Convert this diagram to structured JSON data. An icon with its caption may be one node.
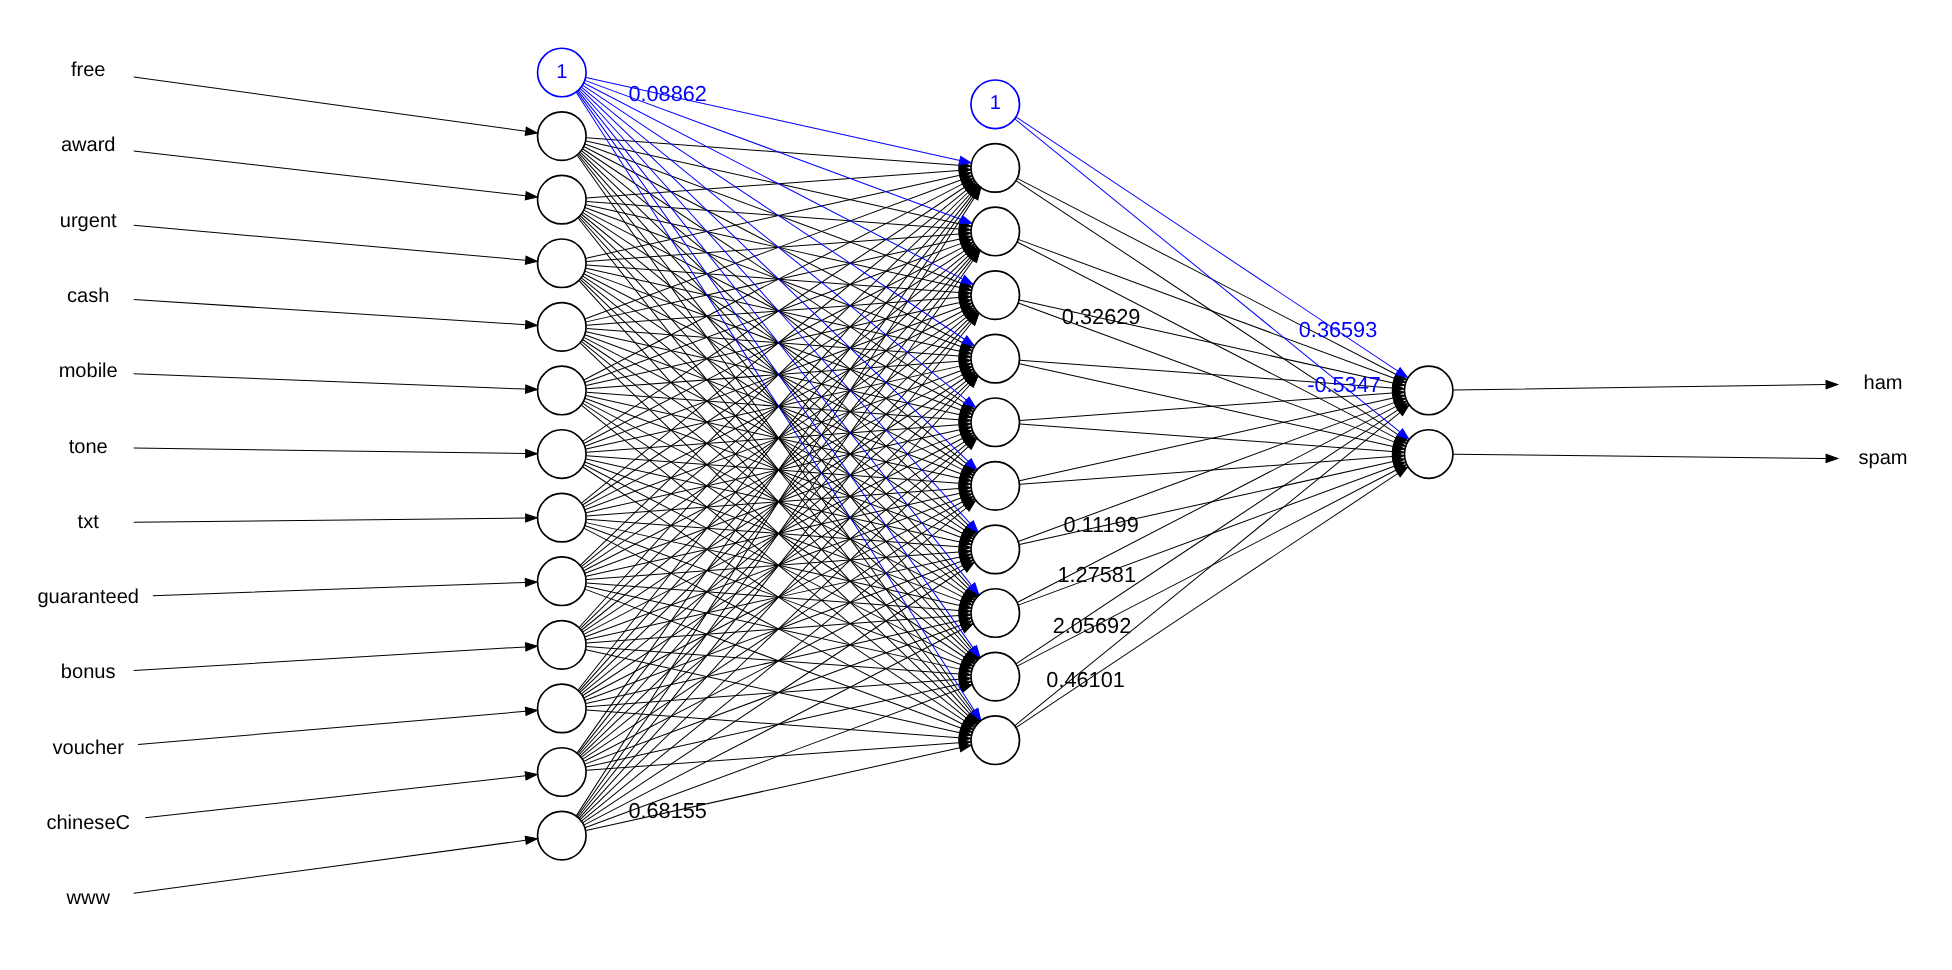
{
  "diagram": {
    "nodes": [
      {
        "text": [
          "free"
        ]
      },
      {
        "text": [
          "award"
        ]
      },
      {
        "text": [
          "urgent"
        ]
      },
      {
        "text": [
          "cash"
        ]
      },
      {
        "text": [
          "mobile"
        ]
      },
      {
        "text": [
          "tone"
        ]
      },
      {
        "text": [
          "txt"
        ]
      },
      {
        "text": [
          "guaranteed"
        ]
      },
      {
        "text": [
          "bonus"
        ]
      },
      {
        "text": [
          "voucher"
        ]
      },
      {
        "text": [
          "chineseC"
        ]
      },
      {
        "text": [
          "www"
        ]
      },
      {
        "text": [],
        "shape": "circle"
      },
      {
        "text": [],
        "shape": "circle"
      },
      {
        "text": [],
        "shape": "circle"
      },
      {
        "text": [],
        "shape": "circle"
      },
      {
        "text": [],
        "shape": "circle"
      },
      {
        "text": [],
        "shape": "circle"
      },
      {
        "text": [],
        "shape": "circle"
      },
      {
        "text": [],
        "shape": "circle"
      },
      {
        "text": [],
        "shape": "circle"
      },
      {
        "text": [],
        "shape": "circle"
      },
      {
        "text": [],
        "shape": "circle"
      },
      {
        "text": [],
        "shape": "circle"
      },
      {
        "text": [
          "1"
        ]
      },
      {
        "text": [],
        "shape": "circle"
      },
      {
        "text": [],
        "shape": "circle"
      },
      {
        "text": [],
        "shape": "circle"
      },
      {
        "text": [],
        "shape": "circle"
      },
      {
        "text": [],
        "shape": "circle"
      },
      {
        "text": [],
        "shape": "circle"
      },
      {
        "text": [],
        "shape": "circle"
      },
      {
        "text": [],
        "shape": "circle"
      },
      {
        "text": [],
        "shape": "circle"
      },
      {
        "text": [],
        "shape": "circle"
      },
      {
        "text": [
          "1"
        ]
      },
      {
        "text": [],
        "shape": "circle"
      },
      {
        "text": [],
        "shape": "circle"
      },
      {
        "text": [
          "ham"
        ]
      },
      {
        "text": [
          "spam"
        ]
      }
    ],
    "edges": [
      {
        "from": 0,
        "to": 12,
        "arrow": "to"
      },
      {
        "from": 1,
        "to": 13,
        "arrow": "to"
      },
      {
        "from": 2,
        "to": 14,
        "arrow": "to"
      },
      {
        "from": 3,
        "to": 15,
        "arrow": "to"
      },
      {
        "from": 4,
        "to": 16,
        "arrow": "to"
      },
      {
        "from": 5,
        "to": 17,
        "arrow": "to"
      },
      {
        "from": 6,
        "to": 18,
        "arrow": "to"
      },
      {
        "from": 7,
        "to": 19,
        "arrow": "to"
      },
      {
        "from": 8,
        "to": 20,
        "arrow": "to"
      },
      {
        "from": 9,
        "to": 21,
        "arrow": "to"
      },
      {
        "from": 10,
        "to": 22,
        "arrow": "to"
      },
      {
        "from": 11,
        "to": 23,
        "arrow": "to"
      },
      {
        "from": 12,
        "to": 25,
        "arrow": "to"
      },
      {
        "from": 12,
        "to": 26,
        "arrow": "to"
      },
      {
        "from": 12,
        "to": 27,
        "arrow": "to"
      },
      {
        "from": 12,
        "to": 28,
        "arrow": "to"
      },
      {
        "from": 12,
        "to": 29,
        "arrow": "to"
      },
      {
        "from": 12,
        "to": 30,
        "arrow": "to"
      },
      {
        "from": 12,
        "to": 31,
        "arrow": "to"
      },
      {
        "from": 12,
        "to": 32,
        "arrow": "to"
      },
      {
        "from": 12,
        "to": 33,
        "arrow": "to"
      },
      {
        "from": 12,
        "to": 34,
        "arrow": "to"
      },
      {
        "from": 13,
        "to": 25,
        "arrow": "to"
      },
      {
        "from": 13,
        "to": 26,
        "arrow": "to"
      },
      {
        "from": 13,
        "to": 27,
        "arrow": "to"
      },
      {
        "from": 13,
        "to": 28,
        "arrow": "to"
      },
      {
        "from": 13,
        "to": 29,
        "arrow": "to"
      },
      {
        "from": 13,
        "to": 30,
        "arrow": "to"
      },
      {
        "from": 13,
        "to": 31,
        "arrow": "to"
      },
      {
        "from": 13,
        "to": 32,
        "arrow": "to"
      },
      {
        "from": 13,
        "to": 33,
        "arrow": "to"
      },
      {
        "from": 13,
        "to": 34,
        "arrow": "to"
      },
      {
        "from": 14,
        "to": 25,
        "arrow": "to"
      },
      {
        "from": 14,
        "to": 26,
        "arrow": "to"
      },
      {
        "from": 14,
        "to": 27,
        "arrow": "to"
      },
      {
        "from": 14,
        "to": 28,
        "arrow": "to"
      },
      {
        "from": 14,
        "to": 29,
        "arrow": "to"
      },
      {
        "from": 14,
        "to": 30,
        "arrow": "to"
      },
      {
        "from": 14,
        "to": 31,
        "arrow": "to"
      },
      {
        "from": 14,
        "to": 32,
        "arrow": "to"
      },
      {
        "from": 14,
        "to": 33,
        "arrow": "to"
      },
      {
        "from": 14,
        "to": 34,
        "arrow": "to"
      },
      {
        "from": 15,
        "to": 25,
        "arrow": "to"
      },
      {
        "from": 15,
        "to": 26,
        "arrow": "to"
      },
      {
        "from": 15,
        "to": 27,
        "arrow": "to"
      },
      {
        "from": 15,
        "to": 28,
        "arrow": "to"
      },
      {
        "from": 15,
        "to": 29,
        "arrow": "to"
      },
      {
        "from": 15,
        "to": 30,
        "arrow": "to"
      },
      {
        "from": 15,
        "to": 31,
        "arrow": "to"
      },
      {
        "from": 15,
        "to": 32,
        "arrow": "to"
      },
      {
        "from": 15,
        "to": 33,
        "arrow": "to"
      },
      {
        "from": 15,
        "to": 34,
        "arrow": "to"
      },
      {
        "from": 16,
        "to": 25,
        "arrow": "to"
      },
      {
        "from": 16,
        "to": 26,
        "arrow": "to"
      },
      {
        "from": 16,
        "to": 27,
        "arrow": "to"
      },
      {
        "from": 16,
        "to": 28,
        "arrow": "to"
      },
      {
        "from": 16,
        "to": 29,
        "arrow": "to"
      },
      {
        "from": 16,
        "to": 30,
        "arrow": "to"
      },
      {
        "from": 16,
        "to": 31,
        "arrow": "to"
      },
      {
        "from": 16,
        "to": 32,
        "arrow": "to"
      },
      {
        "from": 16,
        "to": 33,
        "arrow": "to"
      },
      {
        "from": 16,
        "to": 34,
        "arrow": "to"
      },
      {
        "from": 17,
        "to": 25,
        "arrow": "to"
      },
      {
        "from": 17,
        "to": 26,
        "arrow": "to"
      },
      {
        "from": 17,
        "to": 27,
        "arrow": "to"
      },
      {
        "from": 17,
        "to": 28,
        "arrow": "to"
      },
      {
        "from": 17,
        "to": 29,
        "arrow": "to"
      },
      {
        "from": 17,
        "to": 30,
        "arrow": "to"
      },
      {
        "from": 17,
        "to": 31,
        "arrow": "to"
      },
      {
        "from": 17,
        "to": 32,
        "arrow": "to"
      },
      {
        "from": 17,
        "to": 33,
        "arrow": "to"
      },
      {
        "from": 17,
        "to": 34,
        "arrow": "to"
      },
      {
        "from": 18,
        "to": 25,
        "arrow": "to"
      },
      {
        "from": 18,
        "to": 26,
        "arrow": "to"
      },
      {
        "from": 18,
        "to": 27,
        "arrow": "to"
      },
      {
        "from": 18,
        "to": 28,
        "arrow": "to"
      },
      {
        "from": 18,
        "to": 29,
        "arrow": "to"
      },
      {
        "from": 18,
        "to": 30,
        "arrow": "to"
      },
      {
        "from": 18,
        "to": 31,
        "arrow": "to"
      },
      {
        "from": 18,
        "to": 32,
        "arrow": "to"
      },
      {
        "from": 18,
        "to": 33,
        "arrow": "to"
      },
      {
        "from": 18,
        "to": 34,
        "arrow": "to"
      },
      {
        "from": 19,
        "to": 25,
        "arrow": "to"
      },
      {
        "from": 19,
        "to": 26,
        "arrow": "to"
      },
      {
        "from": 19,
        "to": 27,
        "arrow": "to"
      },
      {
        "from": 19,
        "to": 28,
        "arrow": "to"
      },
      {
        "from": 19,
        "to": 29,
        "arrow": "to"
      },
      {
        "from": 19,
        "to": 30,
        "arrow": "to"
      },
      {
        "from": 19,
        "to": 31,
        "arrow": "to"
      },
      {
        "from": 19,
        "to": 32,
        "arrow": "to"
      },
      {
        "from": 19,
        "to": 33,
        "arrow": "to"
      },
      {
        "from": 19,
        "to": 34,
        "arrow": "to"
      },
      {
        "from": 20,
        "to": 25,
        "arrow": "to"
      },
      {
        "from": 20,
        "to": 26,
        "arrow": "to"
      },
      {
        "from": 20,
        "to": 27,
        "arrow": "to"
      },
      {
        "from": 20,
        "to": 28,
        "arrow": "to"
      },
      {
        "from": 20,
        "to": 29,
        "arrow": "to"
      },
      {
        "from": 20,
        "to": 30,
        "arrow": "to"
      },
      {
        "from": 20,
        "to": 31,
        "arrow": "to"
      },
      {
        "from": 20,
        "to": 32,
        "arrow": "to"
      },
      {
        "from": 20,
        "to": 33,
        "arrow": "to"
      },
      {
        "from": 20,
        "to": 34,
        "arrow": "to"
      },
      {
        "from": 21,
        "to": 25,
        "arrow": "to"
      },
      {
        "from": 21,
        "to": 26,
        "arrow": "to"
      },
      {
        "from": 21,
        "to": 27,
        "arrow": "to"
      },
      {
        "from": 21,
        "to": 28,
        "arrow": "to"
      },
      {
        "from": 21,
        "to": 29,
        "arrow": "to"
      },
      {
        "from": 21,
        "to": 30,
        "arrow": "to"
      },
      {
        "from": 21,
        "to": 31,
        "arrow": "to"
      },
      {
        "from": 21,
        "to": 32,
        "arrow": "to"
      },
      {
        "from": 21,
        "to": 33,
        "arrow": "to"
      },
      {
        "from": 21,
        "to": 34,
        "arrow": "to"
      },
      {
        "from": 22,
        "to": 25,
        "arrow": "to"
      },
      {
        "from": 22,
        "to": 26,
        "arrow": "to"
      },
      {
        "from": 22,
        "to": 27,
        "arrow": "to"
      },
      {
        "from": 22,
        "to": 28,
        "arrow": "to"
      },
      {
        "from": 22,
        "to": 29,
        "arrow": "to"
      },
      {
        "from": 22,
        "to": 30,
        "arrow": "to"
      },
      {
        "from": 22,
        "to": 31,
        "arrow": "to"
      },
      {
        "from": 22,
        "to": 32,
        "arrow": "to"
      },
      {
        "from": 22,
        "to": 33,
        "arrow": "to"
      },
      {
        "from": 22,
        "to": 34,
        "arrow": "to"
      },
      {
        "from": 23,
        "to": 25,
        "arrow": "to"
      },
      {
        "from": 23,
        "to": 26,
        "arrow": "to"
      },
      {
        "from": 23,
        "to": 27,
        "arrow": "to"
      },
      {
        "from": 23,
        "to": 28,
        "arrow": "to"
      },
      {
        "from": 23,
        "to": 29,
        "arrow": "to"
      },
      {
        "from": 23,
        "to": 30,
        "arrow": "to"
      },
      {
        "from": 23,
        "to": 31,
        "arrow": "to"
      },
      {
        "from": 23,
        "to": 32,
        "arrow": "to"
      },
      {
        "from": 23,
        "to": 33,
        "arrow": "to"
      },
      {
        "from": 23,
        "to": 34,
        "arrow": "to",
        "label": "0.68155"
      },
      {
        "from": 24,
        "to": 25,
        "arrow": "to",
        "color": "#0000ff",
        "label": "0.08862"
      },
      {
        "from": 24,
        "to": 26,
        "arrow": "to",
        "color": "#0000ff"
      },
      {
        "from": 24,
        "to": 27,
        "arrow": "to",
        "color": "#0000ff"
      },
      {
        "from": 24,
        "to": 28,
        "arrow": "to",
        "color": "#0000ff"
      },
      {
        "from": 24,
        "to": 29,
        "arrow": "to",
        "color": "#0000ff"
      },
      {
        "from": 24,
        "to": 30,
        "arrow": "to",
        "color": "#0000ff"
      },
      {
        "from": 24,
        "to": 31,
        "arrow": "to",
        "color": "#0000ff"
      },
      {
        "from": 24,
        "to": 32,
        "arrow": "to",
        "color": "#0000ff"
      },
      {
        "from": 24,
        "to": 33,
        "arrow": "to",
        "color": "#0000ff"
      },
      {
        "from": 24,
        "to": 34,
        "arrow": "to",
        "color": "#0000ff"
      },
      {
        "from": 25,
        "to": 36,
        "arrow": "to"
      },
      {
        "from": 25,
        "to": 37,
        "arrow": "to"
      },
      {
        "from": 26,
        "to": 36,
        "arrow": "to"
      },
      {
        "from": 26,
        "to": 37,
        "arrow": "to"
      },
      {
        "from": 27,
        "to": 36,
        "arrow": "to",
        "label": "0.32629"
      },
      {
        "from": 27,
        "to": 37,
        "arrow": "to"
      },
      {
        "from": 28,
        "to": 36,
        "arrow": "to"
      },
      {
        "from": 28,
        "to": 37,
        "arrow": "to"
      },
      {
        "from": 29,
        "to": 36,
        "arrow": "to"
      },
      {
        "from": 29,
        "to": 37,
        "arrow": "to"
      },
      {
        "from": 30,
        "to": 36,
        "arrow": "to"
      },
      {
        "from": 30,
        "to": 37,
        "arrow": "to"
      },
      {
        "from": 31,
        "to": 36,
        "arrow": "to"
      },
      {
        "from": 31,
        "to": 37,
        "arrow": "to",
        "label": "0.11199"
      },
      {
        "from": 32,
        "to": 36,
        "arrow": "to"
      },
      {
        "from": 32,
        "to": 37,
        "arrow": "to",
        "label": "1.27581"
      },
      {
        "from": 33,
        "to": 36,
        "arrow": "to"
      },
      {
        "from": 33,
        "to": 37,
        "arrow": "to",
        "label": "2.05692"
      },
      {
        "from": 34,
        "to": 36,
        "arrow": "to"
      },
      {
        "from": 34,
        "to": 37,
        "arrow": "to",
        "label": "0.46101"
      },
      {
        "from": 35,
        "to": 36,
        "arrow": "to",
        "color": "#0000ff",
        "label": "0.36593"
      },
      {
        "from": 35,
        "to": 37,
        "arrow": "to",
        "color": "#0000ff",
        "label": "-0.5347"
      },
      {
        "from": 36,
        "to": 38,
        "arrow": "to"
      },
      {
        "from": 37,
        "to": 39,
        "arrow": "to"
      }
    ]
  }
}
